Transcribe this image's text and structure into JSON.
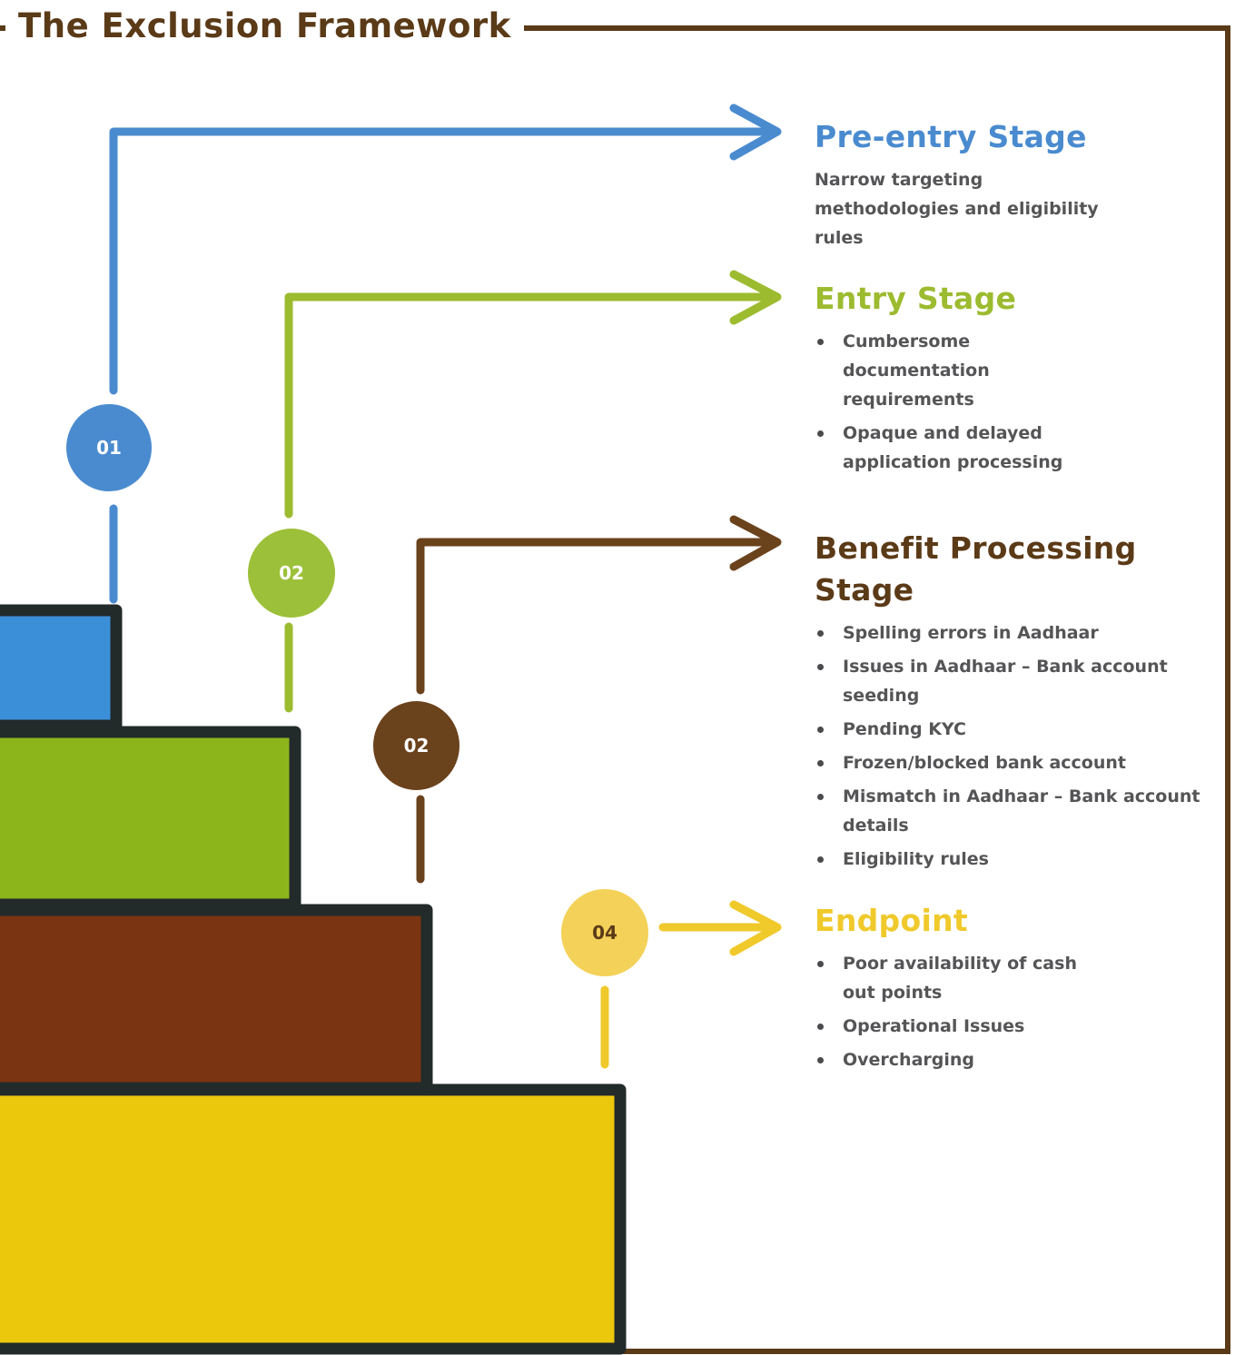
{
  "title": "The Exclusion Framework",
  "colors": {
    "frame": "#5a3a17",
    "pre_entry": "#4a8bcf",
    "entry": "#9cbb2f",
    "benefit": "#5b3a17",
    "endpoint": "#f0c92b",
    "body_text": "#555557"
  },
  "stages": {
    "pre_entry": {
      "badge": "01",
      "heading": "Pre-entry Stage",
      "description": "Narrow targeting methodologies and eligibility rules"
    },
    "entry": {
      "badge": "02",
      "heading": "Entry Stage",
      "bullets": [
        "Cumbersome documentation requirements",
        "Opaque and delayed application processing"
      ]
    },
    "benefit_processing": {
      "badge": "02",
      "heading": "Benefit Processing Stage",
      "bullets": [
        "Spelling errors in Aadhaar",
        "Issues in Aadhaar – Bank account seeding",
        "Pending KYC",
        "Frozen/blocked bank account",
        "Mismatch in Aadhaar – Bank account details",
        "Eligibility rules"
      ]
    },
    "endpoint": {
      "badge": "04",
      "heading": "Endpoint",
      "bullets": [
        "Poor availability of cash out points",
        "Operational Issues",
        "Overcharging"
      ]
    }
  }
}
